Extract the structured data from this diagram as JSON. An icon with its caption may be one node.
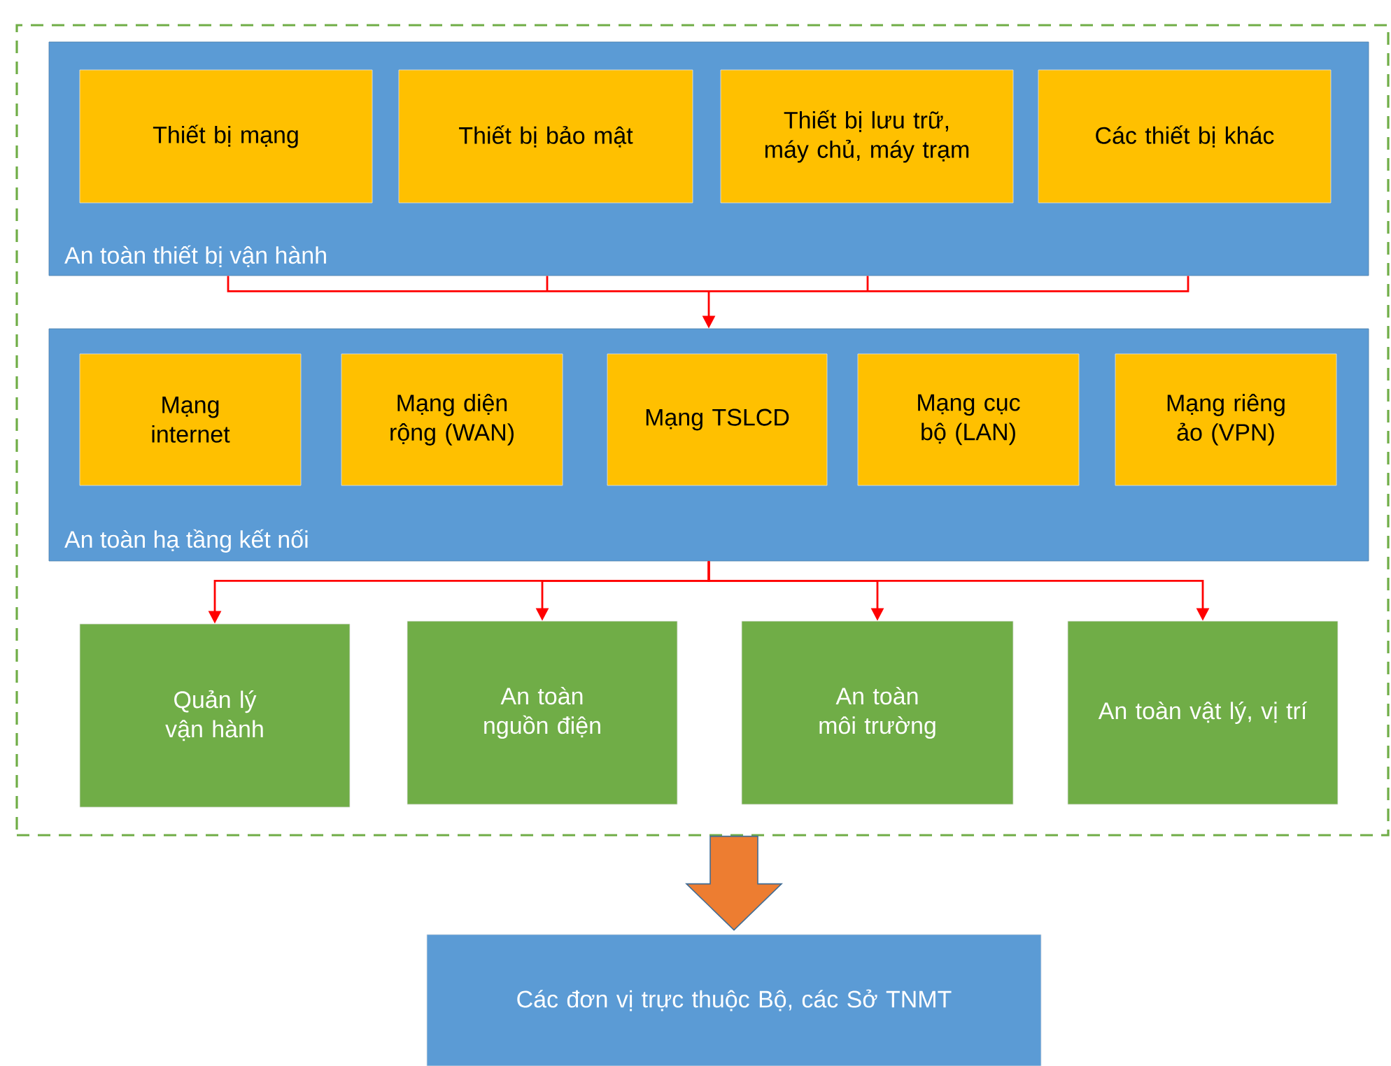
{
  "diagram": {
    "nodes": [
      {
        "text": [],
        "shape": "box"
      },
      {
        "text": [
          "An toàn thiết bị vận hành"
        ],
        "in": 0
      },
      {
        "text": [
          "Thiết bị mạng"
        ],
        "in": 1
      },
      {
        "text": [
          "Thiết bị bảo mật"
        ],
        "in": 1
      },
      {
        "text": [
          "Thiết bị lưu trữ, máy chủ, máy trạm"
        ],
        "in": 1
      },
      {
        "text": [
          "Các thiết bị khác"
        ],
        "in": 1
      },
      {
        "text": [
          "An toàn hạ tầng kết nối"
        ],
        "in": 0
      },
      {
        "text": [
          "Mạng internet"
        ],
        "in": 6
      },
      {
        "text": [
          "Mạng diện rộng (WAN)"
        ],
        "in": 6
      },
      {
        "text": [
          "Mạng TSLCD"
        ],
        "in": 6
      },
      {
        "text": [
          "Mạng cục bộ (LAN)"
        ],
        "in": 6
      },
      {
        "text": [
          "Mạng riêng ảo (VPN)"
        ],
        "in": 6
      },
      {
        "text": [
          "Quản lý vận hành"
        ],
        "in": 0
      },
      {
        "text": [
          "An toàn nguồn điện"
        ],
        "in": 0
      },
      {
        "text": [
          "An toàn môi trường"
        ],
        "in": 0
      },
      {
        "text": [
          "An toàn vật lý, vị trí"
        ],
        "in": 0
      },
      {
        "text": [
          "Các đơn vị trực thuộc Bộ, các Sở TNMT"
        ]
      }
    ],
    "edges": [
      {
        "from": 1,
        "to": 6,
        "arrow": "to"
      },
      {
        "from": 6,
        "to": 12,
        "arrow": "to"
      },
      {
        "from": 6,
        "to": 13,
        "arrow": "to"
      },
      {
        "from": 6,
        "to": 14,
        "arrow": "to"
      },
      {
        "from": 6,
        "to": 15,
        "arrow": "to"
      },
      {
        "from": 0,
        "to": 16,
        "arrow": "to",
        "style": "thick",
        "color": "#ed7d31"
      }
    ]
  }
}
